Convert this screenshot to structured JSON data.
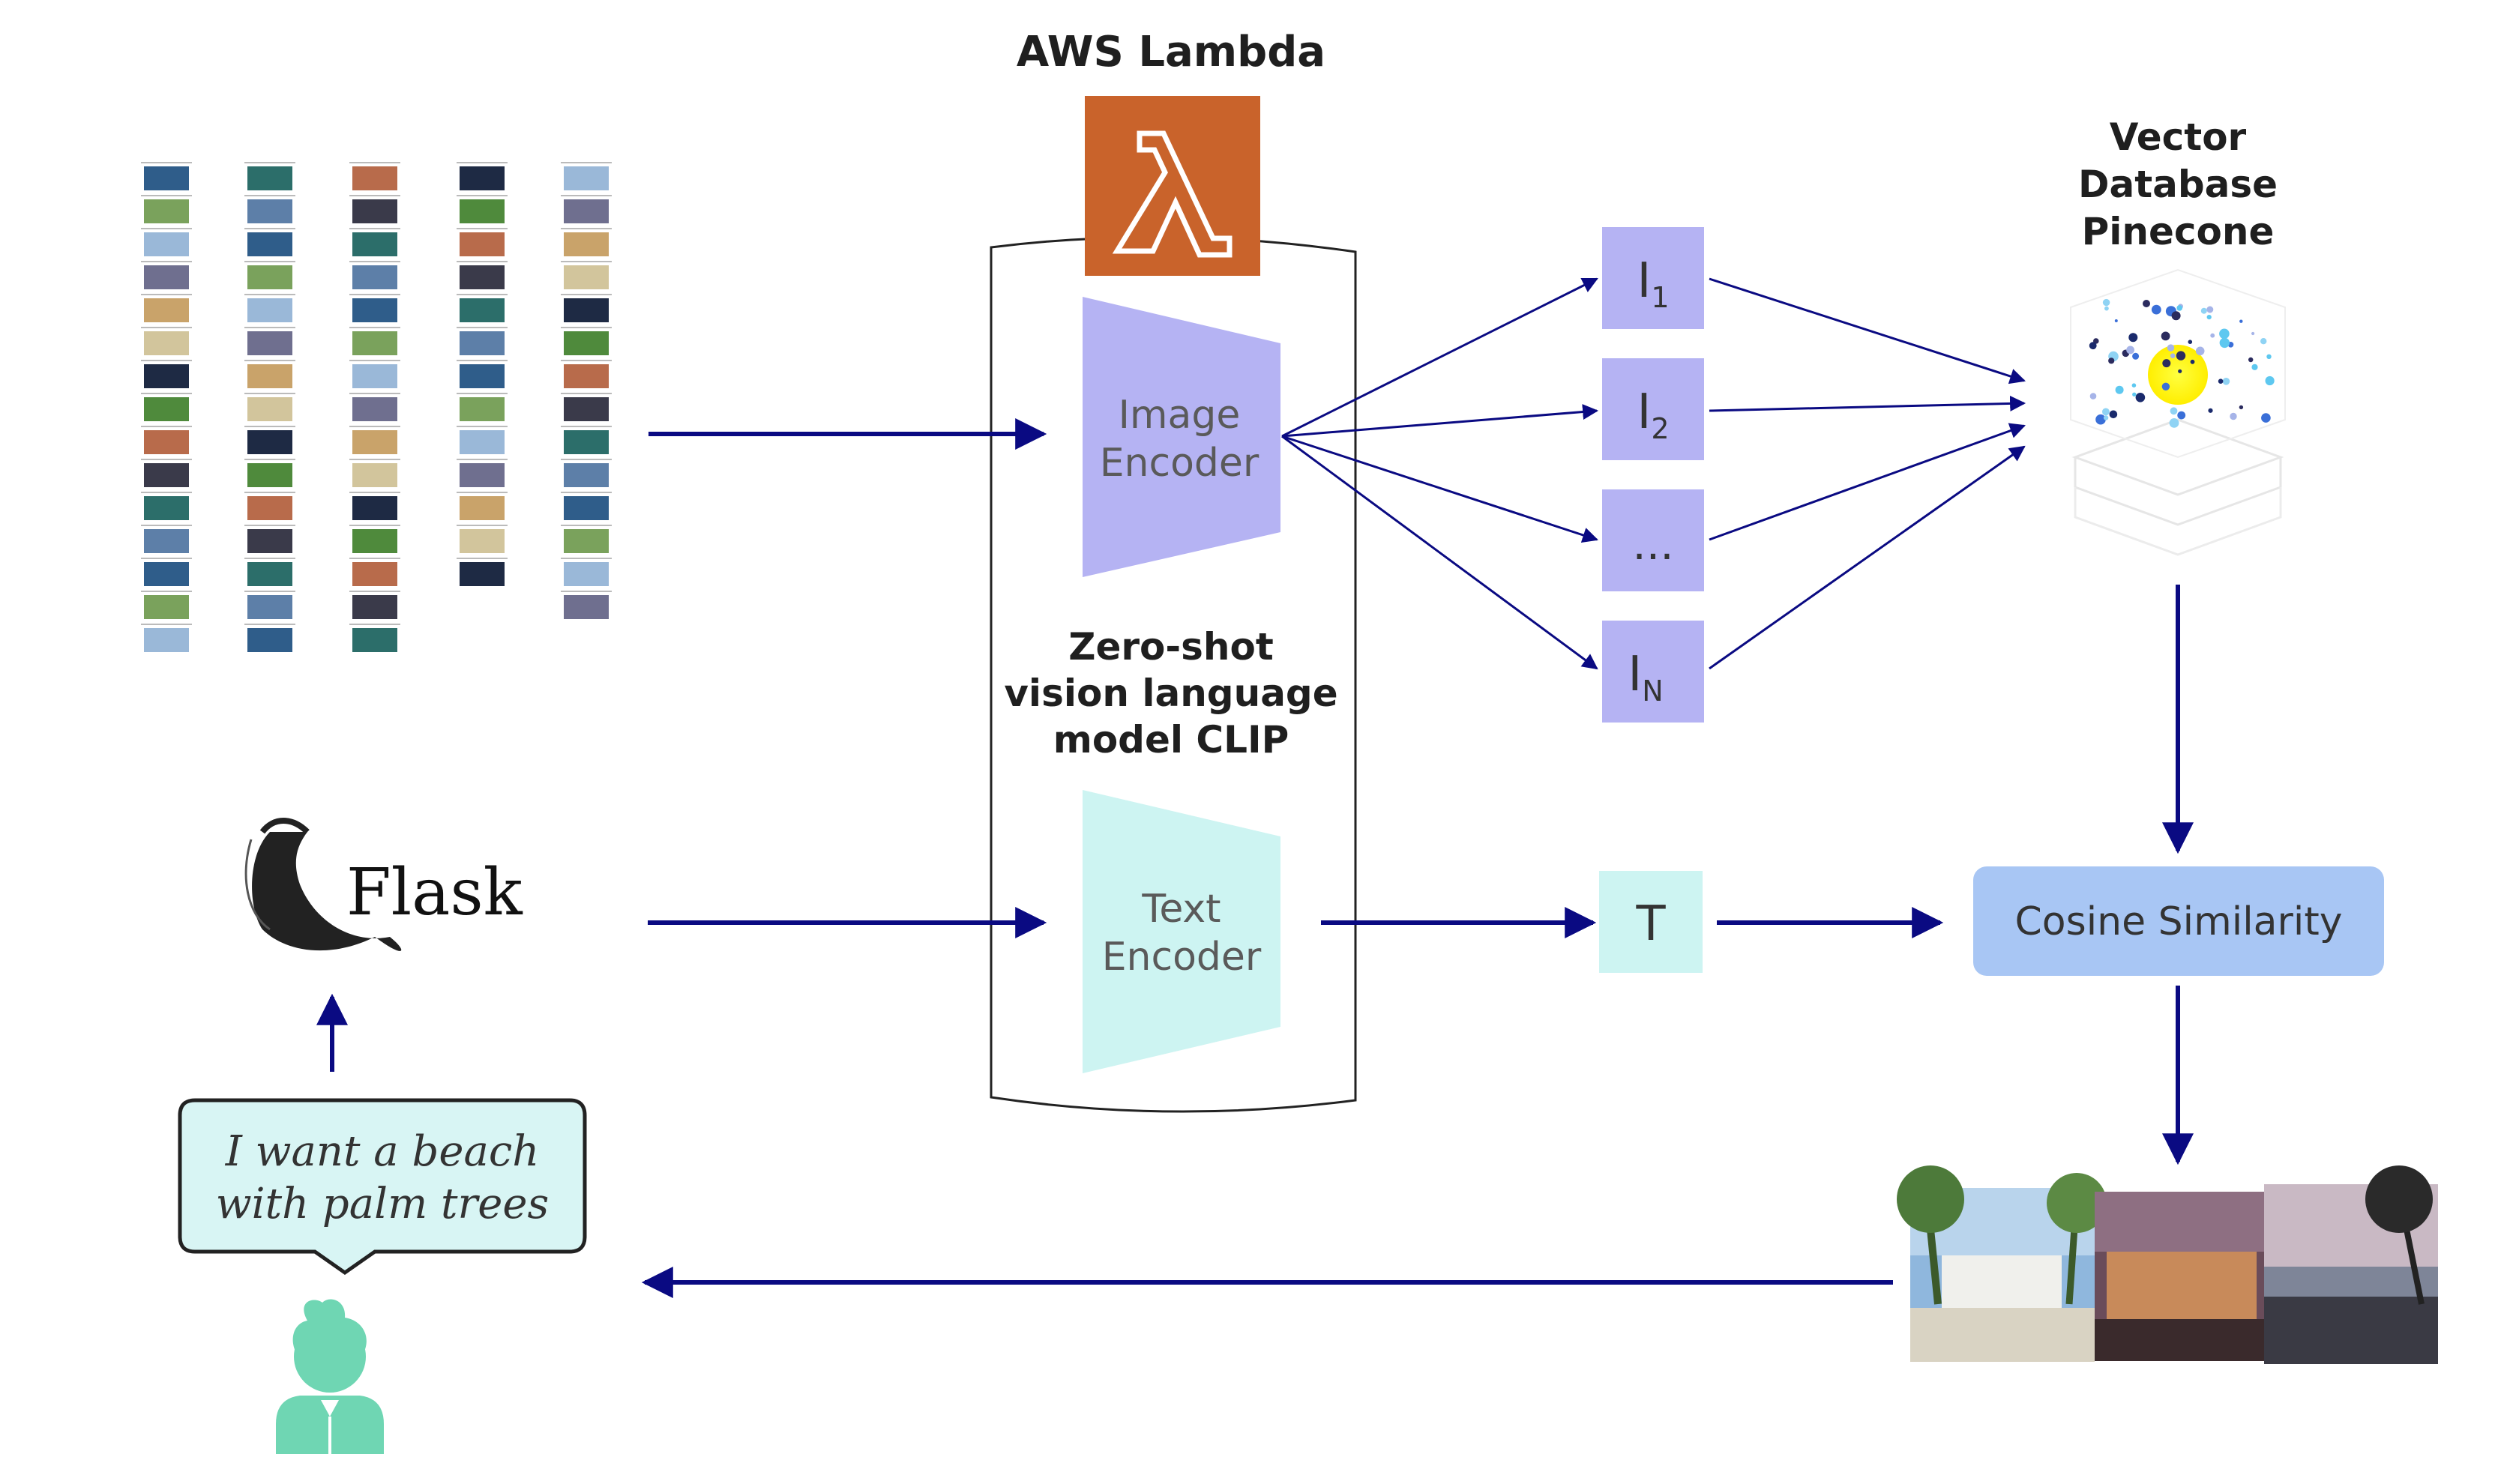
{
  "aws": {
    "title": "AWS Lambda",
    "color": "#c9632b"
  },
  "clip": {
    "label_lines": [
      "Zero-shot",
      "vision language",
      "model CLIP"
    ],
    "image_encoder": [
      "Image",
      "Encoder"
    ],
    "text_encoder": [
      "Text",
      "Encoder"
    ],
    "image_encoder_color": "#b5b3f3",
    "text_encoder_color": "#cdf4f2"
  },
  "embeddings": {
    "image": [
      {
        "base": "I",
        "sub": "1"
      },
      {
        "base": "I",
        "sub": "2"
      },
      {
        "base": "...",
        "sub": ""
      },
      {
        "base": "I",
        "sub": "N"
      }
    ],
    "text": "T"
  },
  "vector_db": {
    "lines": [
      "Vector",
      "Database",
      "Pinecone"
    ]
  },
  "cosine": {
    "label": "Cosine Similarity",
    "color": "#a8c6f4"
  },
  "flask": {
    "label": "Flask"
  },
  "speech": {
    "lines": [
      "I want a beach",
      "with palm trees"
    ]
  },
  "colors": {
    "arrow": "#0a0a82",
    "speech_bg": "#d8f5f4",
    "user": "#6fd6b3"
  },
  "icons": [
    "lambda-icon",
    "flask-icon",
    "user-icon",
    "vector-database-icon"
  ]
}
